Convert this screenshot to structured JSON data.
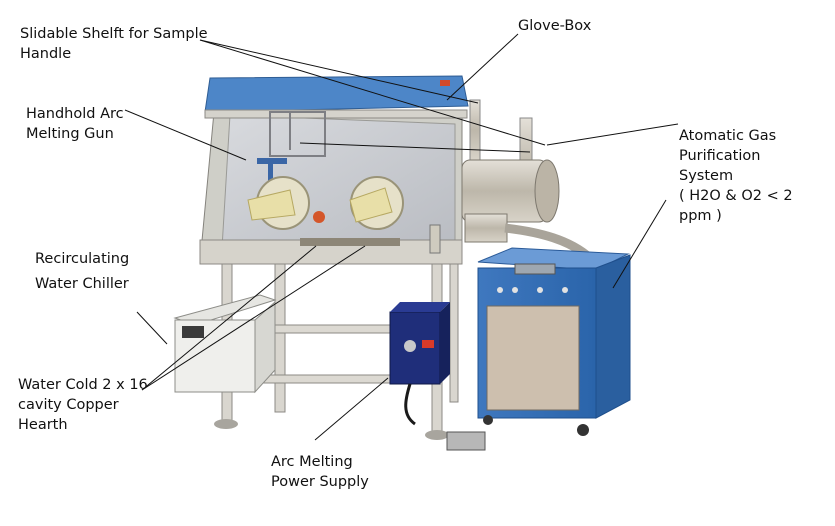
{
  "labels": {
    "slidable_shelf": [
      "Slidable Shelft for Sample",
      "Handle"
    ],
    "glove_box": [
      "Glove-Box"
    ],
    "arc_gun": [
      "Handhold Arc",
      "Melting Gun"
    ],
    "gas_purification": [
      "Atomatic Gas",
      "Purification",
      "System",
      "( H2O & O2 < 2",
      "ppm )"
    ],
    "water_chiller": [
      "Recirculating",
      "Water Chiller"
    ],
    "copper_hearth": [
      "Water Cold 2 x 16",
      "cavity Copper",
      "Hearth"
    ],
    "power_supply": [
      "Arc Melting",
      "Power Supply"
    ]
  },
  "colors": {
    "glovebox_frame": "#c9c9c2",
    "blue_panel": "#4d86c8",
    "cabinet_blue": "#2f6fb8",
    "steel": "#c9c4b8",
    "glove": "#e8dfa8",
    "power_unit": "#1f2e7a",
    "leader_line": "#111111"
  }
}
